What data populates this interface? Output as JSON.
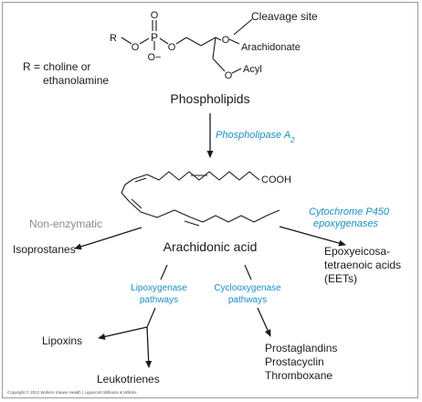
{
  "colors": {
    "ink": "#1a1a1a",
    "enzyme": "#1a8fc4",
    "muted": "#8a8a8a"
  },
  "structure": {
    "r_label": "R",
    "o_label": "O",
    "p_label": "P",
    "o_minus": "O−",
    "cleavage_label": "Cleavage site",
    "arachidonate_label": "Arachidonate",
    "acyl_label": "Acyl",
    "cooh_label": "COOH"
  },
  "r_definition": {
    "line1": "R = choline or",
    "line2": "ethanolamine"
  },
  "phospholipids_label": "Phospholipids",
  "phospholipase": {
    "text": "Phospholipase A",
    "sub": "2"
  },
  "non_enzymatic_label": "Non-enzymatic",
  "isoprostanes_label": "Isoprostanes",
  "arachidonic_acid_label": "Arachidonic acid",
  "cyp": {
    "line1": "Cytochrome P450",
    "line2": "epoxygenases"
  },
  "eets": {
    "line1": "Epoxyeicosa-",
    "line2": "tetraenoic acids",
    "line3": "(EETs)"
  },
  "lipoxygenase": {
    "line1": "Lipoxygenase",
    "line2": "pathways"
  },
  "cyclooxygenase": {
    "line1": "Cyclooxygenase",
    "line2": "pathways"
  },
  "lipoxins_label": "Lipoxins",
  "leukotrienes_label": "Leukotrienes",
  "cox_products": {
    "line1": "Prostaglandins",
    "line2": "Prostacyclin",
    "line3": "Thromboxane"
  },
  "copyright": "Copyright © 2012 Wolters Kluwer Health | Lippincott Williams & Wilkins"
}
